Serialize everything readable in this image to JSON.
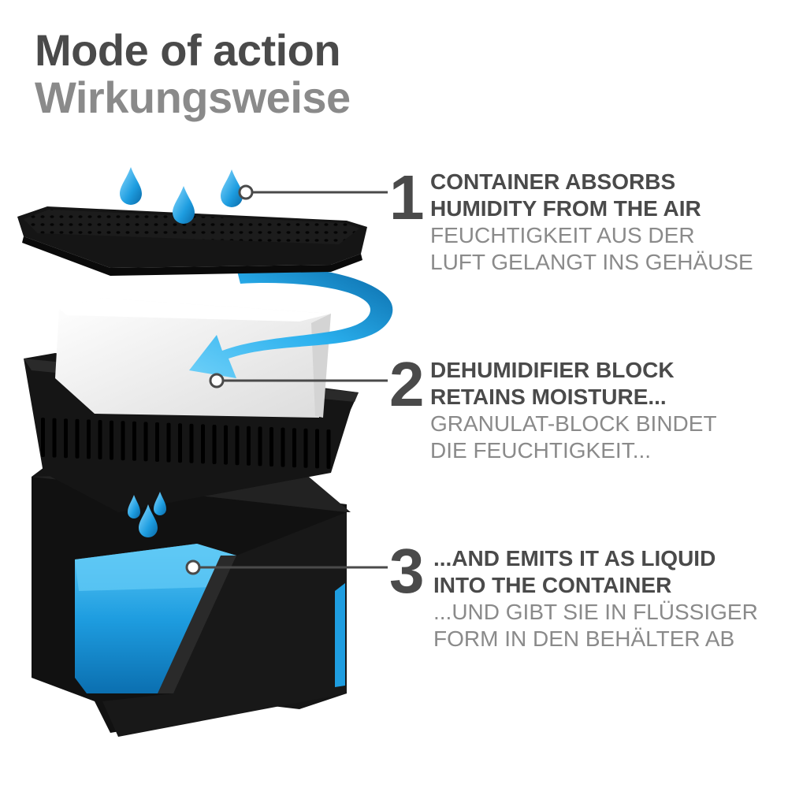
{
  "title": {
    "english": "Mode of action",
    "german": "Wirkungsweise"
  },
  "steps": [
    {
      "number": "1",
      "english_line1": "CONTAINER ABSORBS",
      "english_line2": "HUMIDITY FROM THE AIR",
      "german_line1": "FEUCHTIGKEIT AUS DER",
      "german_line2": "LUFT GELANGT INS GEHÄUSE"
    },
    {
      "number": "2",
      "english_line1": "DEHUMIDIFIER BLOCK",
      "english_line2": "RETAINS MOISTURE...",
      "german_line1": "GRANULAT-BLOCK BINDET",
      "german_line2": "DIE FEUCHTIGKEIT..."
    },
    {
      "number": "3",
      "english_line1": "...AND EMITS IT AS LIQUID",
      "english_line2": "INTO THE CONTAINER",
      "german_line1": "...UND GIBT SIE IN FLÜSSIGER",
      "german_line2": "FORM IN DEN BEHÄLTER AB"
    }
  ],
  "colors": {
    "heading_dark": "#4a4a4a",
    "heading_light": "#8a8a8a",
    "device_black": "#151515",
    "water_blue": "#1e9de0",
    "block_white": "#f2f2f2"
  }
}
